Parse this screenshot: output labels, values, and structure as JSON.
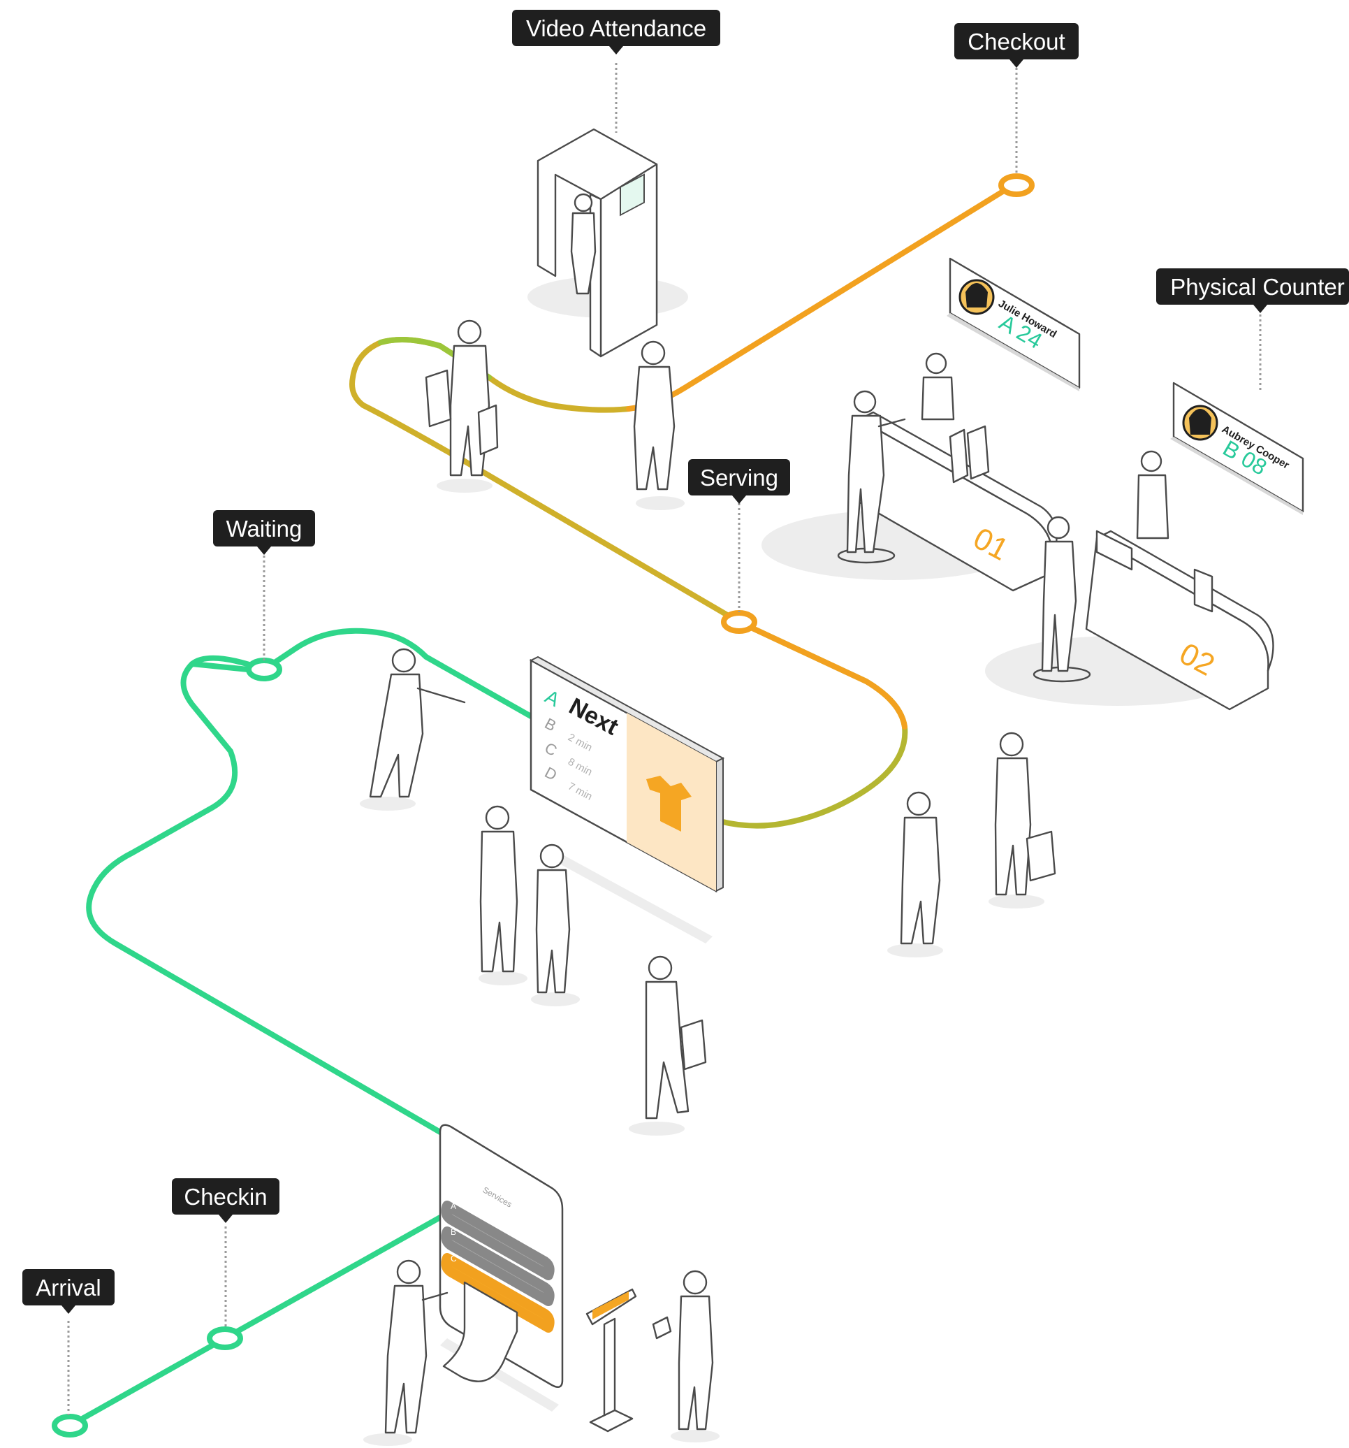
{
  "labels": {
    "video_attendance": "Video Attendance",
    "checkout": "Checkout",
    "physical_counter": "Physical Counter",
    "serving": "Serving",
    "waiting": "Waiting",
    "checkin": "Checkin",
    "arrival": "Arrival"
  },
  "counter_01": {
    "name": "Julie Howard",
    "ticket": "A 24",
    "number": "01"
  },
  "counter_02": {
    "name": "Aubrey Cooper",
    "ticket": "B 08",
    "number": "02"
  },
  "queue_screen": {
    "heading": "Next",
    "rows": [
      {
        "letter": "A",
        "wait": ""
      },
      {
        "letter": "B",
        "wait": "2 min"
      },
      {
        "letter": "C",
        "wait": "8 min"
      },
      {
        "letter": "D",
        "wait": "7 min"
      }
    ]
  },
  "kiosk": {
    "title": "Services",
    "options": [
      "A",
      "B",
      "C"
    ]
  },
  "colors": {
    "label_bg": "#1f1f1f",
    "path_green": "#2fd68a",
    "path_mid": "#9cc63a",
    "path_orange": "#f2a11f",
    "accent_teal": "#27c99a",
    "accent_orange": "#f5a623"
  }
}
